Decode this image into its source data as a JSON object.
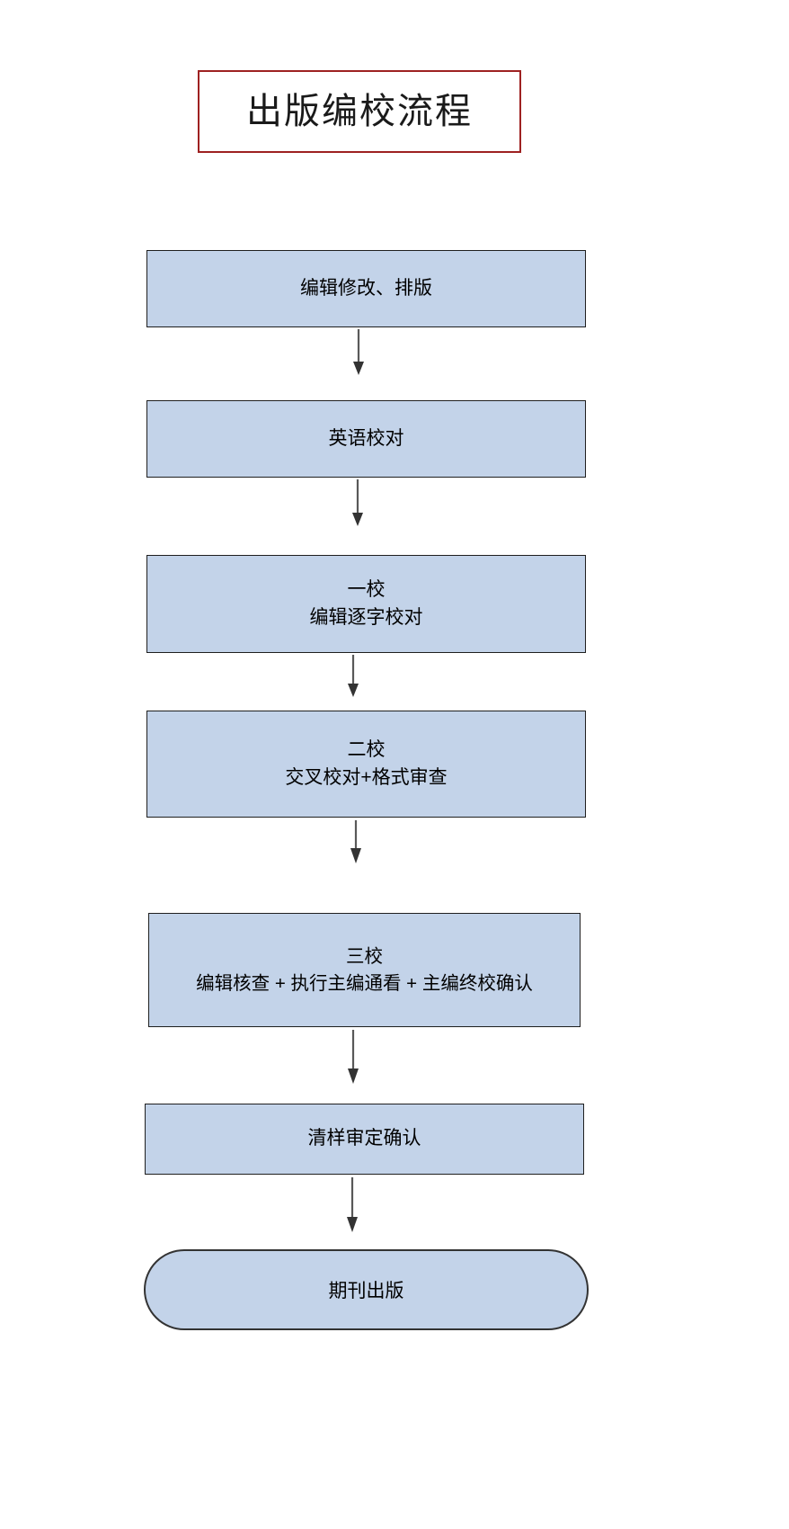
{
  "title": {
    "text": "出版编校流程",
    "border_color": "#9e2121"
  },
  "theme": {
    "box_fill": "#c3d3e9",
    "box_border": "#1f1f1f",
    "arrow_color": "#595959",
    "text_color": "#000000",
    "background": "#ffffff"
  },
  "flowchart": {
    "type": "flowchart",
    "orientation": "vertical-top-down",
    "nodes": [
      {
        "id": "edit",
        "shape": "rectangle",
        "lines": [
          "编辑修改、排版"
        ]
      },
      {
        "id": "english",
        "shape": "rectangle",
        "lines": [
          "英语校对"
        ]
      },
      {
        "id": "proof1",
        "shape": "rectangle",
        "lines": [
          "一校",
          "编辑逐字校对"
        ]
      },
      {
        "id": "proof2",
        "shape": "rectangle",
        "lines": [
          "二校",
          "交叉校对+格式审查"
        ]
      },
      {
        "id": "proof3",
        "shape": "rectangle",
        "lines": [
          "三校",
          "编辑核查 + 执行主编通看 + 主编终校确认"
        ]
      },
      {
        "id": "clean",
        "shape": "rectangle",
        "lines": [
          "清样审定确认"
        ]
      },
      {
        "id": "publish",
        "shape": "oval",
        "lines": [
          "期刊出版"
        ]
      }
    ],
    "edges": [
      {
        "from": "edit",
        "to": "english",
        "label": ""
      },
      {
        "from": "english",
        "to": "proof1",
        "label": ""
      },
      {
        "from": "proof1",
        "to": "proof2",
        "label": ""
      },
      {
        "from": "proof2",
        "to": "proof3",
        "label": ""
      },
      {
        "from": "proof3",
        "to": "clean",
        "label": ""
      },
      {
        "from": "clean",
        "to": "publish",
        "label": ""
      }
    ]
  }
}
